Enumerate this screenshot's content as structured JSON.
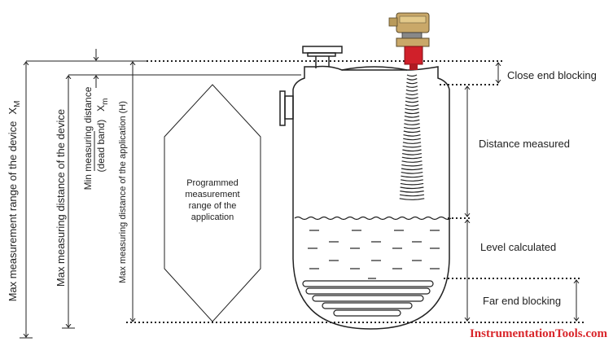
{
  "labels": {
    "max_range_device": "Max measurement range of the device",
    "max_range_symbol": "X",
    "max_range_subscript": "M",
    "max_distance_device": "Max measuring distance of the device",
    "min_distance_line1": "Min measuring distance",
    "min_distance_line2": "(dead band)",
    "min_distance_symbol": "X",
    "min_distance_subscript": "m",
    "max_distance_application": "Max measuring distance of the application (H)",
    "programmed_range": [
      "Programmed",
      "measurement",
      "range of the",
      "application"
    ],
    "close_end_blocking": "Close end blocking",
    "distance_measured": "Distance measured",
    "level_calculated": "Level calculated",
    "far_end_blocking": "Far end blocking"
  },
  "watermark": "InstrumentationTools.com",
  "colors": {
    "line": "#222222",
    "watermark": "#d9262b",
    "sensor_red": "#d0202a",
    "sensor_head": "#c9a869"
  }
}
